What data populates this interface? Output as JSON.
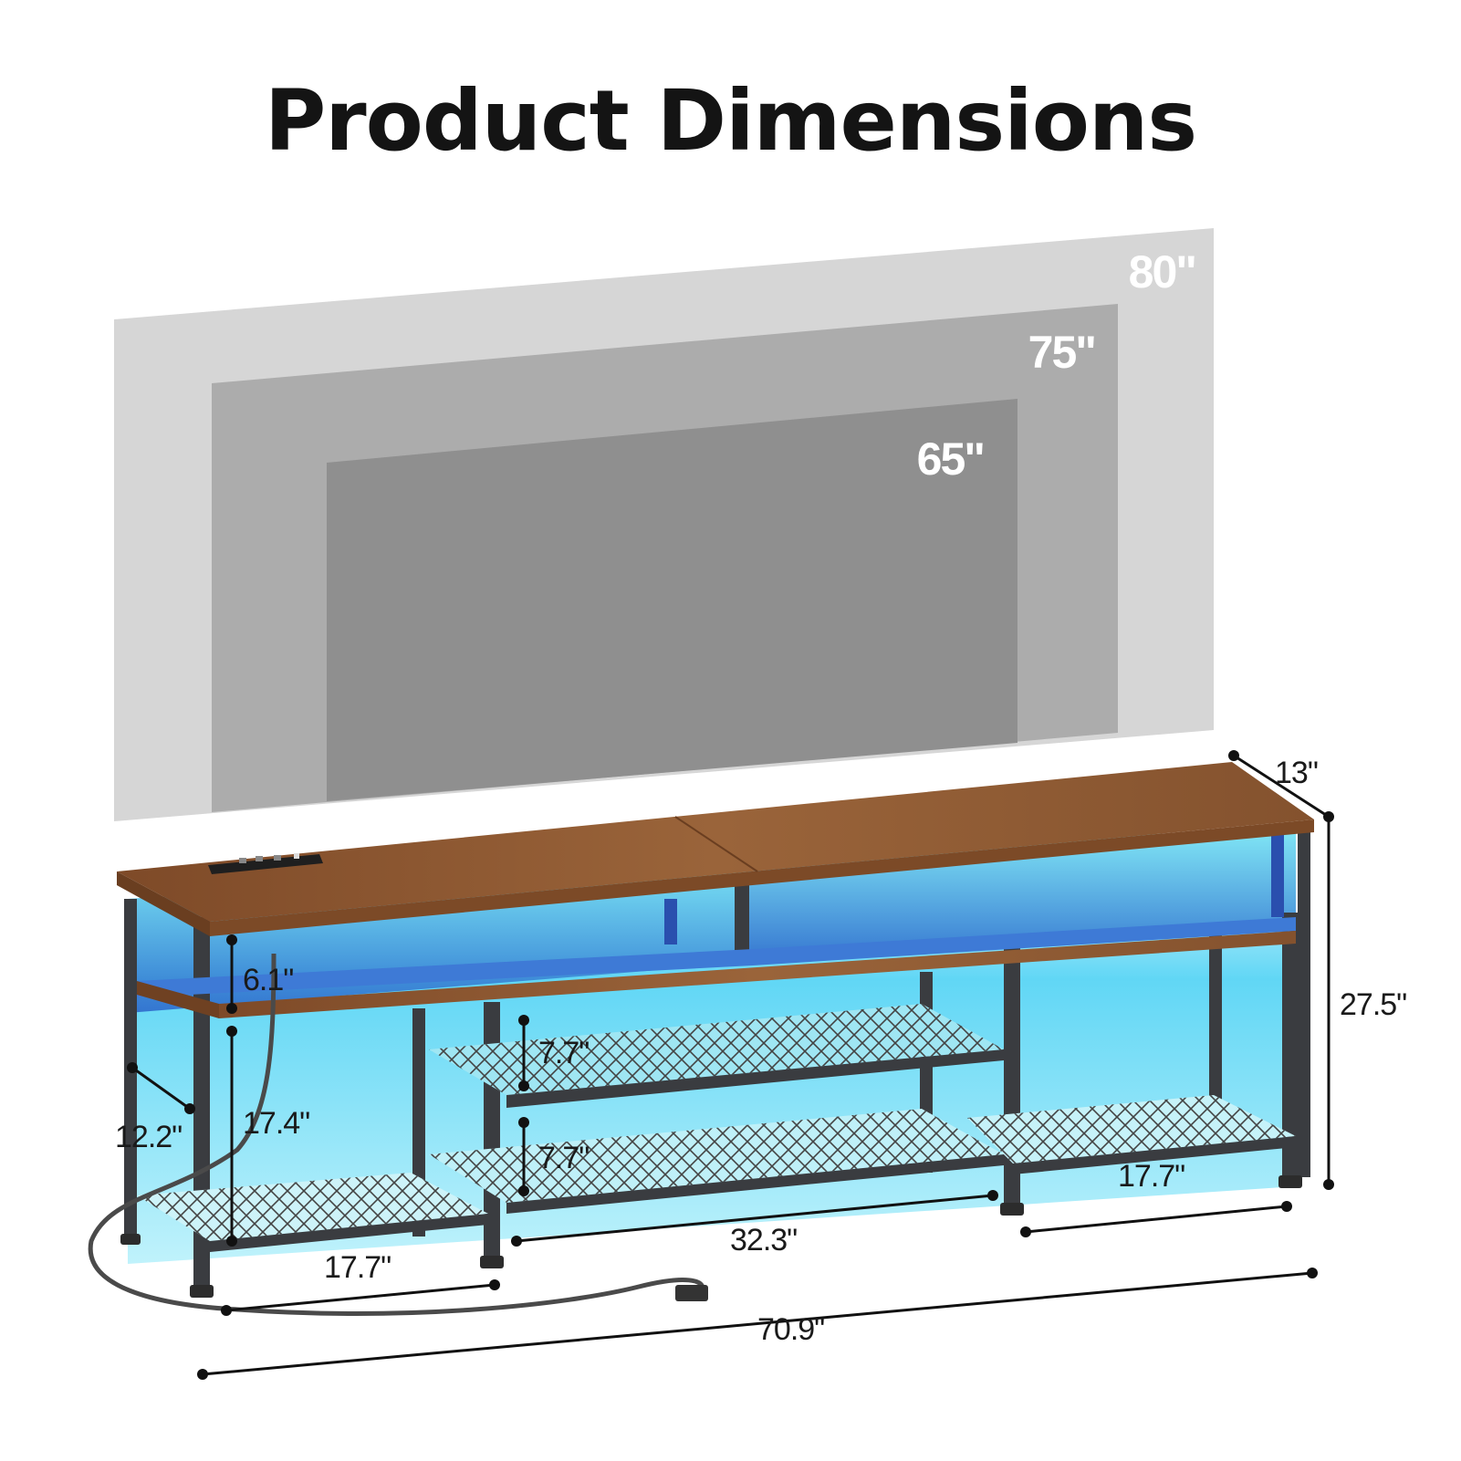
{
  "title": "Product Dimensions",
  "tv_sizes": [
    {
      "label": "80\"",
      "shade": "#d4d4d4"
    },
    {
      "label": "75\"",
      "shade": "#a9a9a9"
    },
    {
      "label": "65\"",
      "shade": "#8e8e8e"
    }
  ],
  "dimensions": {
    "depth": "13\"",
    "height": "27.5\"",
    "top_shelf_gap": "6.1\"",
    "left_lower_height": "17.4\"",
    "side_depth": "12.2\"",
    "mesh_shelf_upper_gap": "7.7\"",
    "mesh_shelf_lower_gap": "7.7\"",
    "left_bay_width": "17.7\"",
    "center_bay_width": "32.3\"",
    "right_bay_width": "17.7\"",
    "total_width": "70.9\""
  },
  "colors": {
    "wood": "#8f5a32",
    "frame": "#3b3d40",
    "led_glow": "#7fe3f5",
    "led_blue": "#2f6fd0"
  }
}
